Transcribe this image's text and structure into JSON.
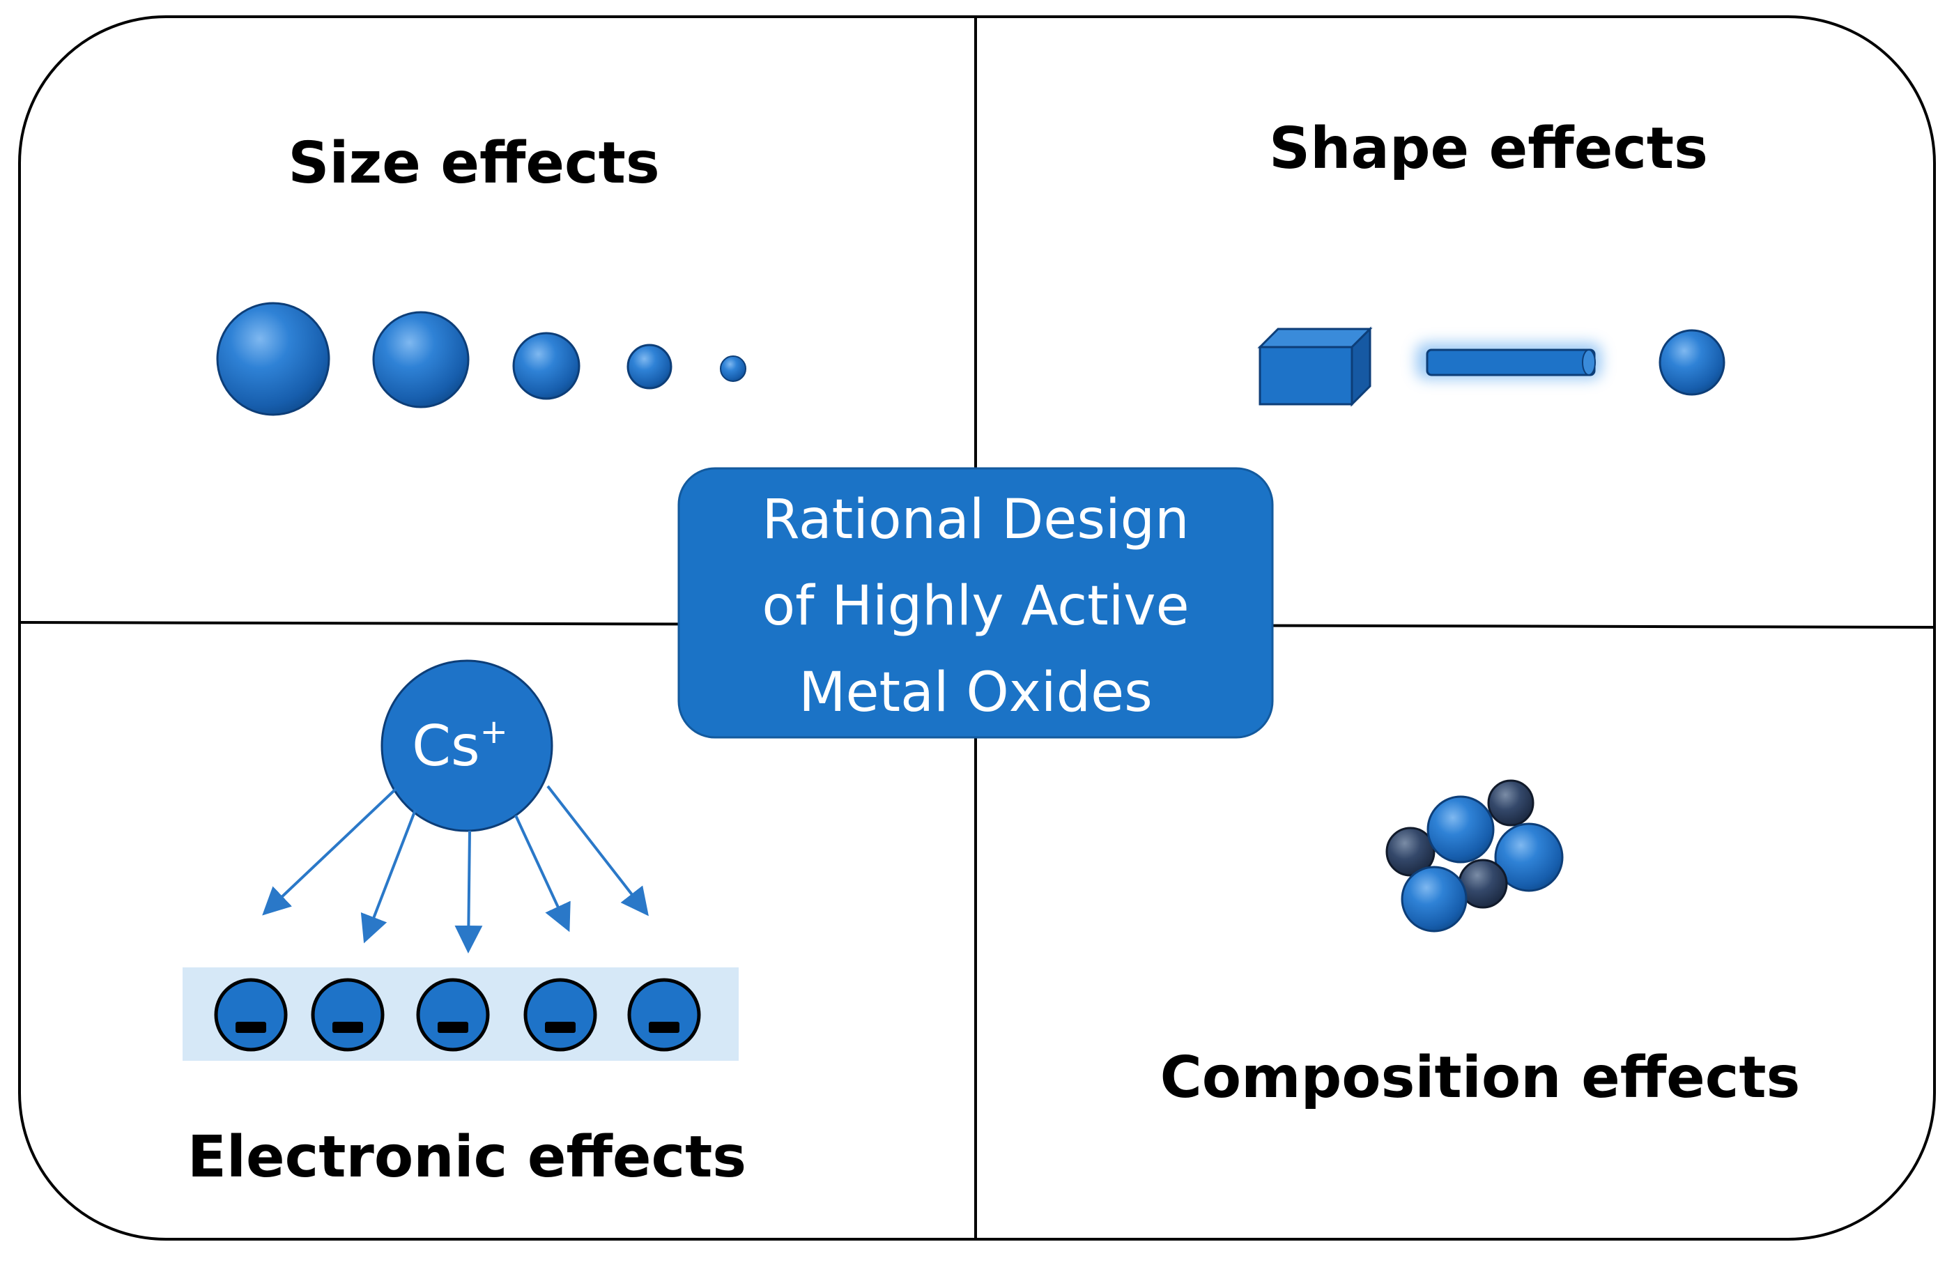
{
  "center_box": {
    "lines": [
      "Rational Design",
      "of Highly Active",
      "Metal Oxides"
    ]
  },
  "quadrants": {
    "size": {
      "label": "Size effects"
    },
    "shape": {
      "label": "Shape effects"
    },
    "electronic": {
      "label": "Electronic effects",
      "ion": {
        "base": "Cs",
        "charge": "+"
      }
    },
    "composition": {
      "label": "Composition effects"
    }
  },
  "colors": {
    "primary_blue": "#1E73C8",
    "dark_particle": "#2A3E5C",
    "electron_strip": "#D6E8F7",
    "center_box_fill": "#1B73C6",
    "outline": "#000000"
  }
}
